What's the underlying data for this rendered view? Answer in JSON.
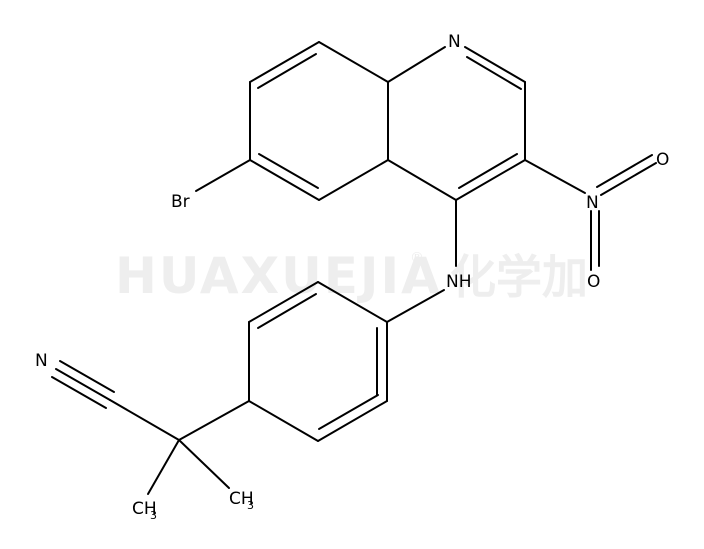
{
  "watermark": {
    "latin": "HUAXUEJIA",
    "registered": "®",
    "cjk": "化学加"
  },
  "atoms": {
    "n_ring": "N",
    "br": "Br",
    "n_nitro": "N",
    "o_top": "O",
    "o_bottom": "O",
    "nh": "NH",
    "n_nitrile": "N",
    "ch3_left": "CH",
    "ch3_left_sub": "3",
    "ch3_right": "CH",
    "ch3_right_sub": "3"
  },
  "colors": {
    "bond": "#000000",
    "watermark": "#eeeeee",
    "background": "#ffffff"
  }
}
